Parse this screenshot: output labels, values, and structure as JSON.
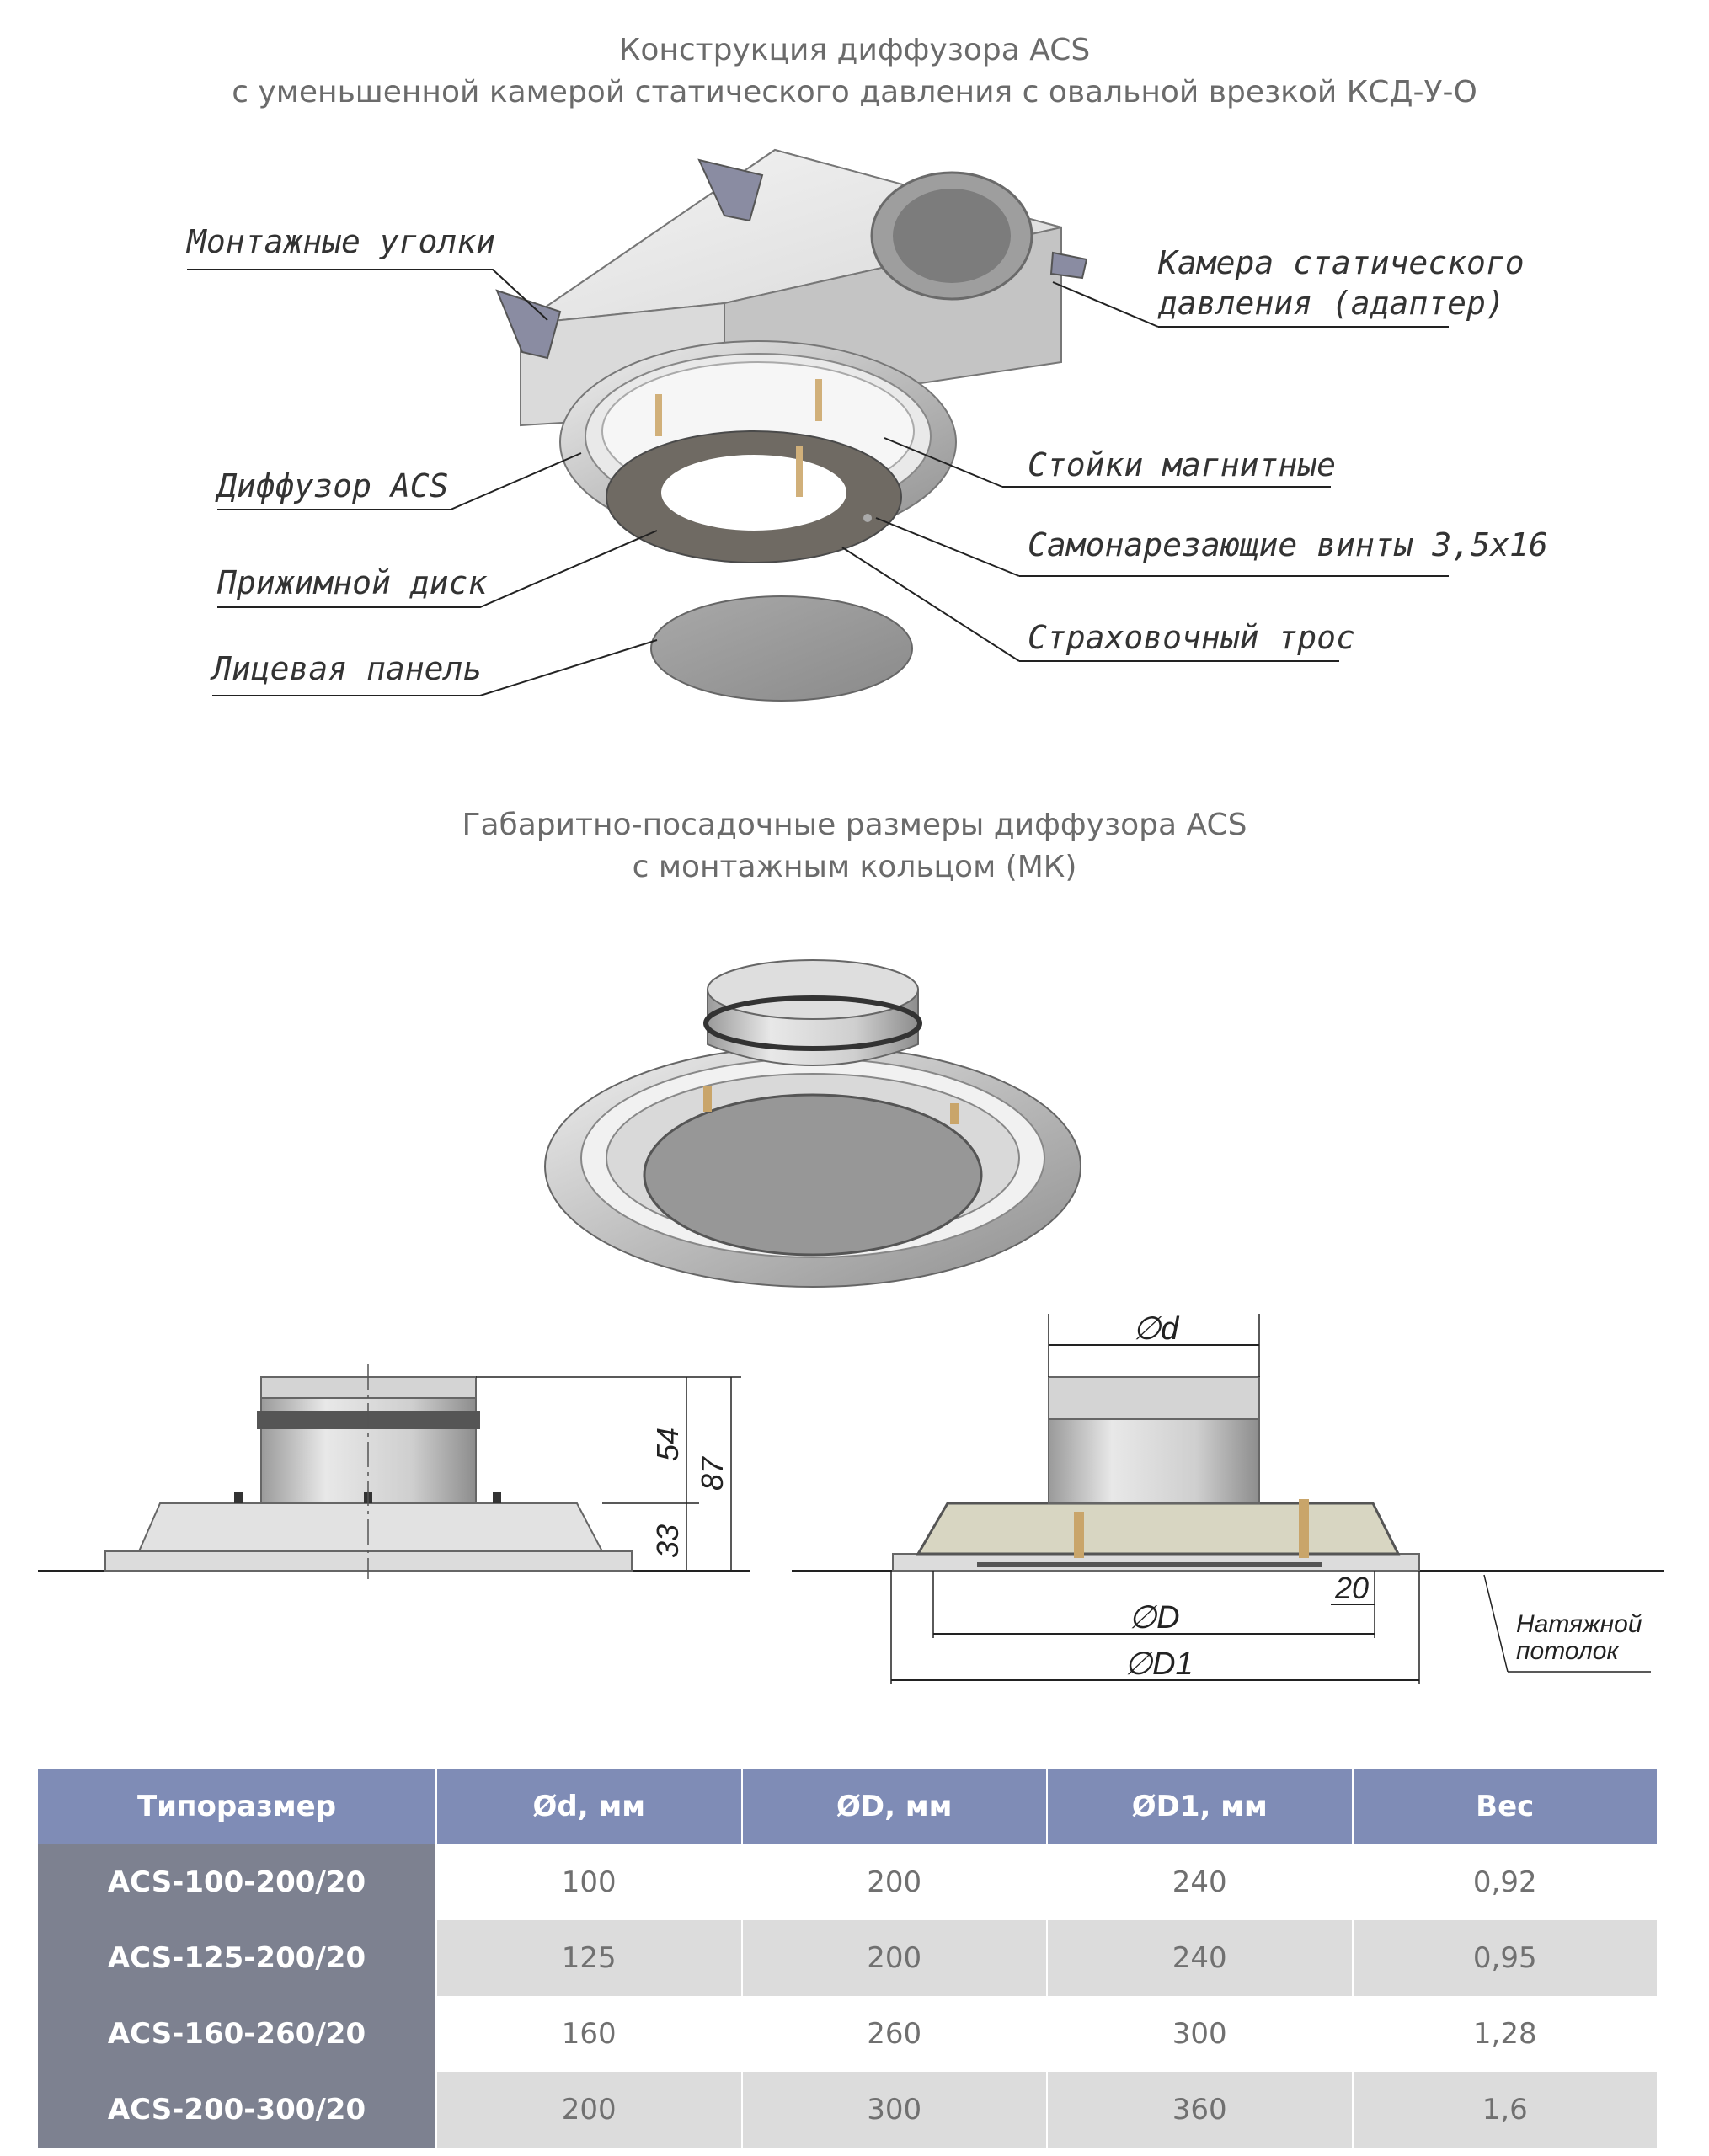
{
  "section1": {
    "title_line1": "Конструкция диффузора ACS",
    "title_line2": "с уменьшенной камерой статического давления с овальной врезкой КСД-У-О",
    "callouts": {
      "mounting_brackets": "Монтажные уголки",
      "chamber_line1": "Камера статического",
      "chamber_line2": "давления (адаптер)",
      "diffuser": "Диффузор ACS",
      "magnetic_posts": "Стойки магнитные",
      "screws": "Самонарезающие винты 3,5х16",
      "pressure_disk": "Прижимной диск",
      "safety_cable": "Страховочный трос",
      "face_panel": "Лицевая панель"
    }
  },
  "section2": {
    "title_line1": "Габаритно-посадочные размеры диффузора ACS",
    "title_line2": "с монтажным кольцом (МК)",
    "dimensions": {
      "height_neck": "54",
      "height_total": "87",
      "height_base": "33",
      "dia_d": "∅d",
      "dia_D": "∅D",
      "dia_D1": "∅D1",
      "offset": "20"
    },
    "ceiling_label_line1": "Натяжной",
    "ceiling_label_line2": "потолок"
  },
  "table": {
    "headers": [
      "Типоразмер",
      "Ød, мм",
      "ØD, мм",
      "ØD1, мм",
      "Вес"
    ],
    "rows": [
      [
        "ACS-100-200/20",
        "100",
        "200",
        "240",
        "0,92"
      ],
      [
        "ACS-125-200/20",
        "125",
        "200",
        "240",
        "0,95"
      ],
      [
        "ACS-160-260/20",
        "160",
        "260",
        "300",
        "1,28"
      ],
      [
        "ACS-200-300/20",
        "200",
        "300",
        "360",
        "1,6"
      ]
    ]
  }
}
